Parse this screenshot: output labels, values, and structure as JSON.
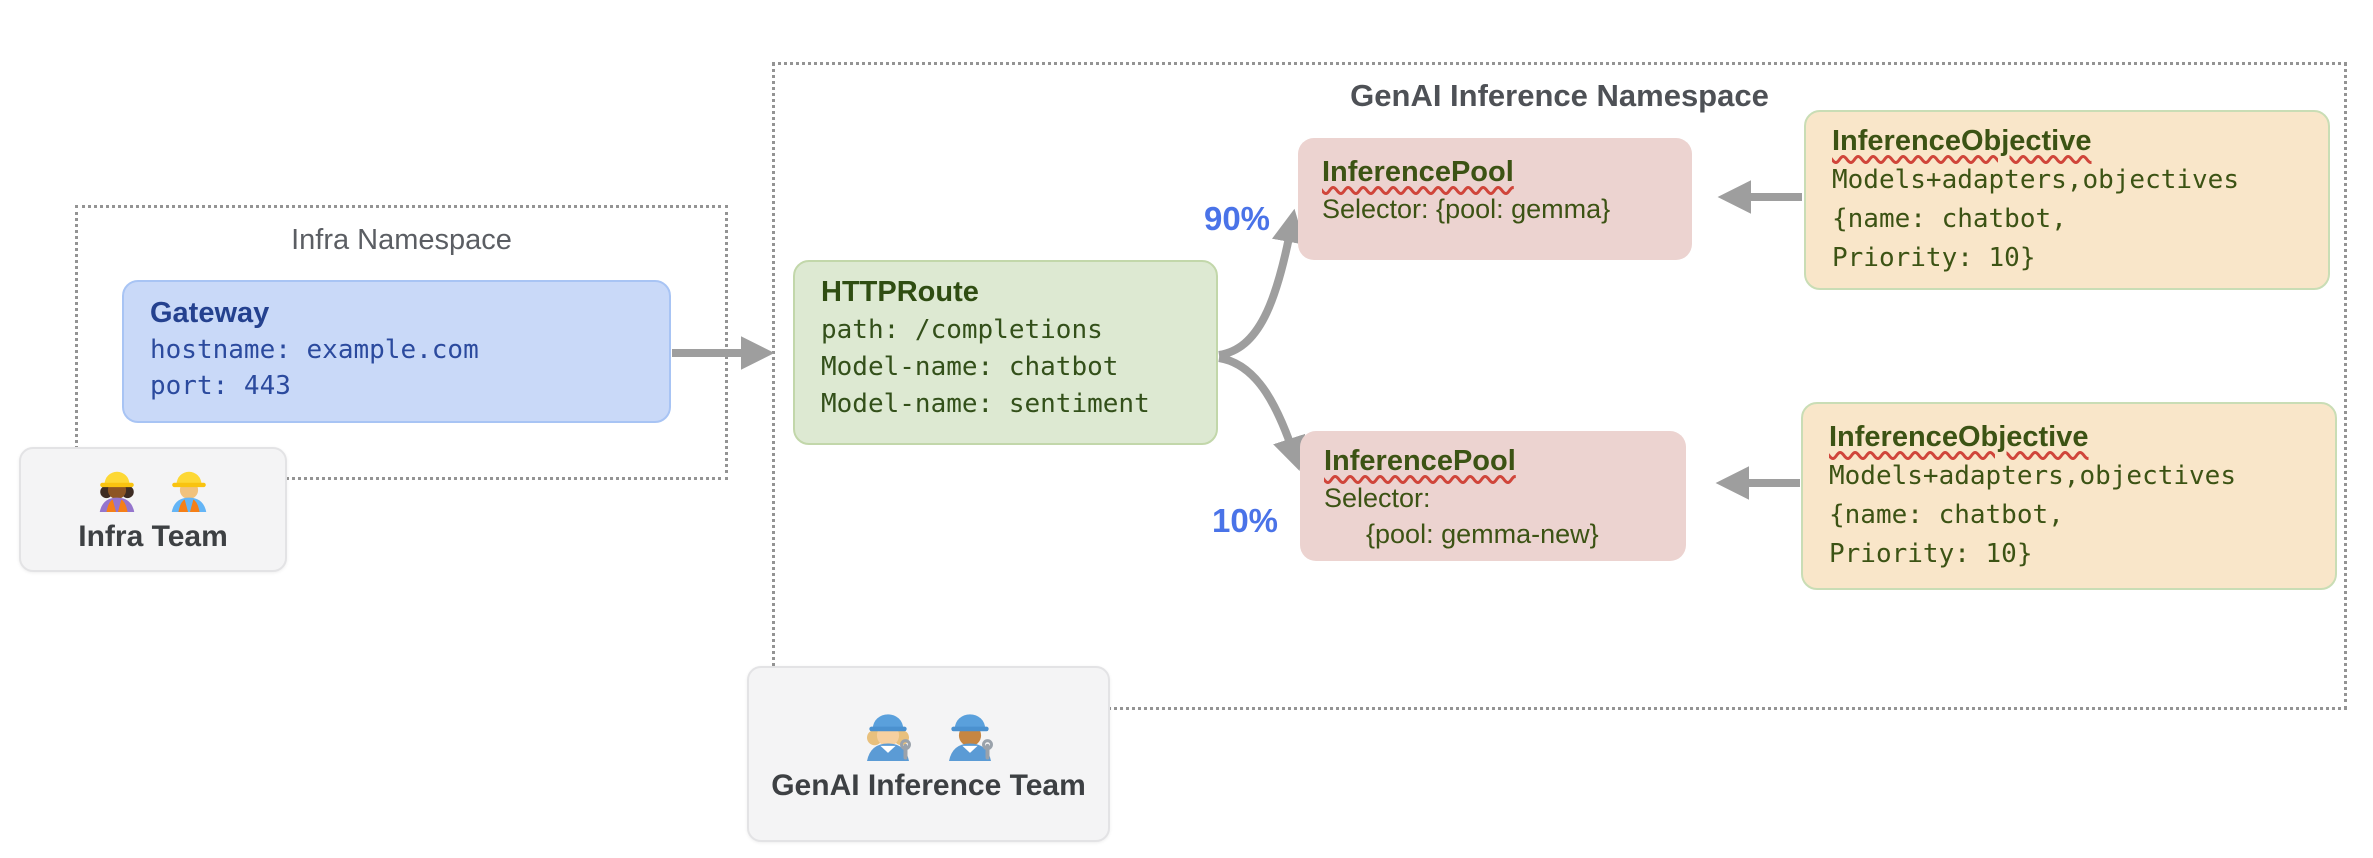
{
  "infra_namespace": {
    "title": "Infra Namespace",
    "gateway": {
      "title": "Gateway",
      "lines": [
        "hostname: example.com",
        "port: 443"
      ]
    }
  },
  "genai_namespace": {
    "title": "GenAI Inference Namespace",
    "httproute": {
      "title": "HTTPRoute",
      "lines": [
        "path: /completions",
        "Model-name: chatbot",
        "Model-name: sentiment"
      ]
    },
    "pools": [
      {
        "title": "InferencePool",
        "weight_label": "90%",
        "lines": [
          "Selector: {pool: gemma}"
        ]
      },
      {
        "title": "InferencePool",
        "weight_label": "10%",
        "lines": [
          "Selector:",
          "{pool: gemma-new}"
        ]
      }
    ],
    "objectives": [
      {
        "title": "InferenceObjective",
        "lines": [
          "Models+adapters,objectives",
          "{name: chatbot,",
          "Priority: 10}"
        ]
      },
      {
        "title": "InferenceObjective",
        "lines": [
          "Models+adapters,objectives",
          "{name: chatbot,",
          "Priority: 10}"
        ]
      }
    ]
  },
  "teams": [
    {
      "label": "Infra Team",
      "icons": [
        "woman-construction-worker-emoji",
        "man-construction-worker-emoji"
      ]
    },
    {
      "label": "GenAI Inference Team",
      "icons": [
        "woman-mechanic-emoji",
        "man-mechanic-emoji"
      ]
    }
  ],
  "colors": {
    "gateway_fill": "#c9d9f8",
    "gateway_text": "#2b4a9e",
    "httproute_fill": "#dde9d2",
    "dark_green_text": "#33501a",
    "pool_fill": "#ecd3d0",
    "objective_fill": "#f9e6c9",
    "objective_border": "#c9ddb5",
    "weight_label_blue": "#4a73e8",
    "arrow_gray": "#9e9e9e",
    "squiggle_red": "#d0453a",
    "namespace_border_gray": "#949494",
    "team_card_fill": "#f4f4f5"
  }
}
